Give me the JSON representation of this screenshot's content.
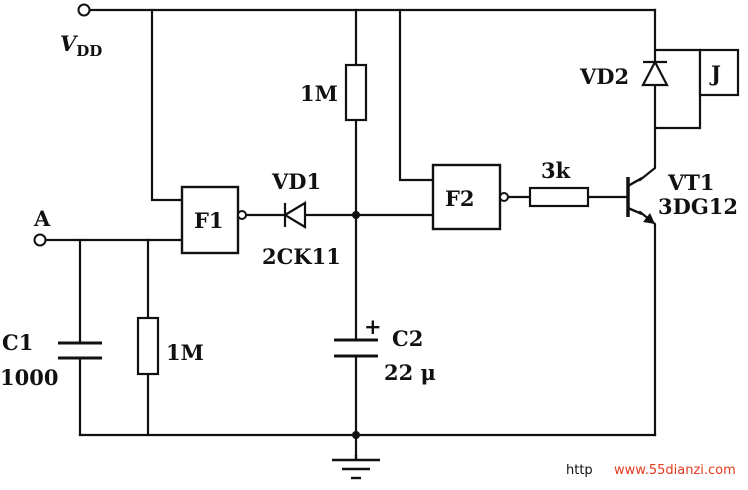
{
  "vdd": {
    "letter": "V",
    "sub": "DD"
  },
  "input_label": "A",
  "gates": {
    "f1": "F1",
    "f2": "F2"
  },
  "relay": "J",
  "components": {
    "r_top": "1M",
    "r_left": "1M",
    "r_base": "3k",
    "vd1": "VD1",
    "vd1_part": "2CK11",
    "vd2": "VD2",
    "vt1": "VT1",
    "vt1_part": "3DG12",
    "c1": "C1",
    "c1_value": "1000",
    "c2": "C2",
    "c2_value": "22 μ",
    "c2_polarity": "+"
  },
  "watermark": {
    "prefix": "http",
    "site": "www.55dianzi.com"
  },
  "colors": {
    "ink": "#111111",
    "watermark": "#e23a1e"
  }
}
